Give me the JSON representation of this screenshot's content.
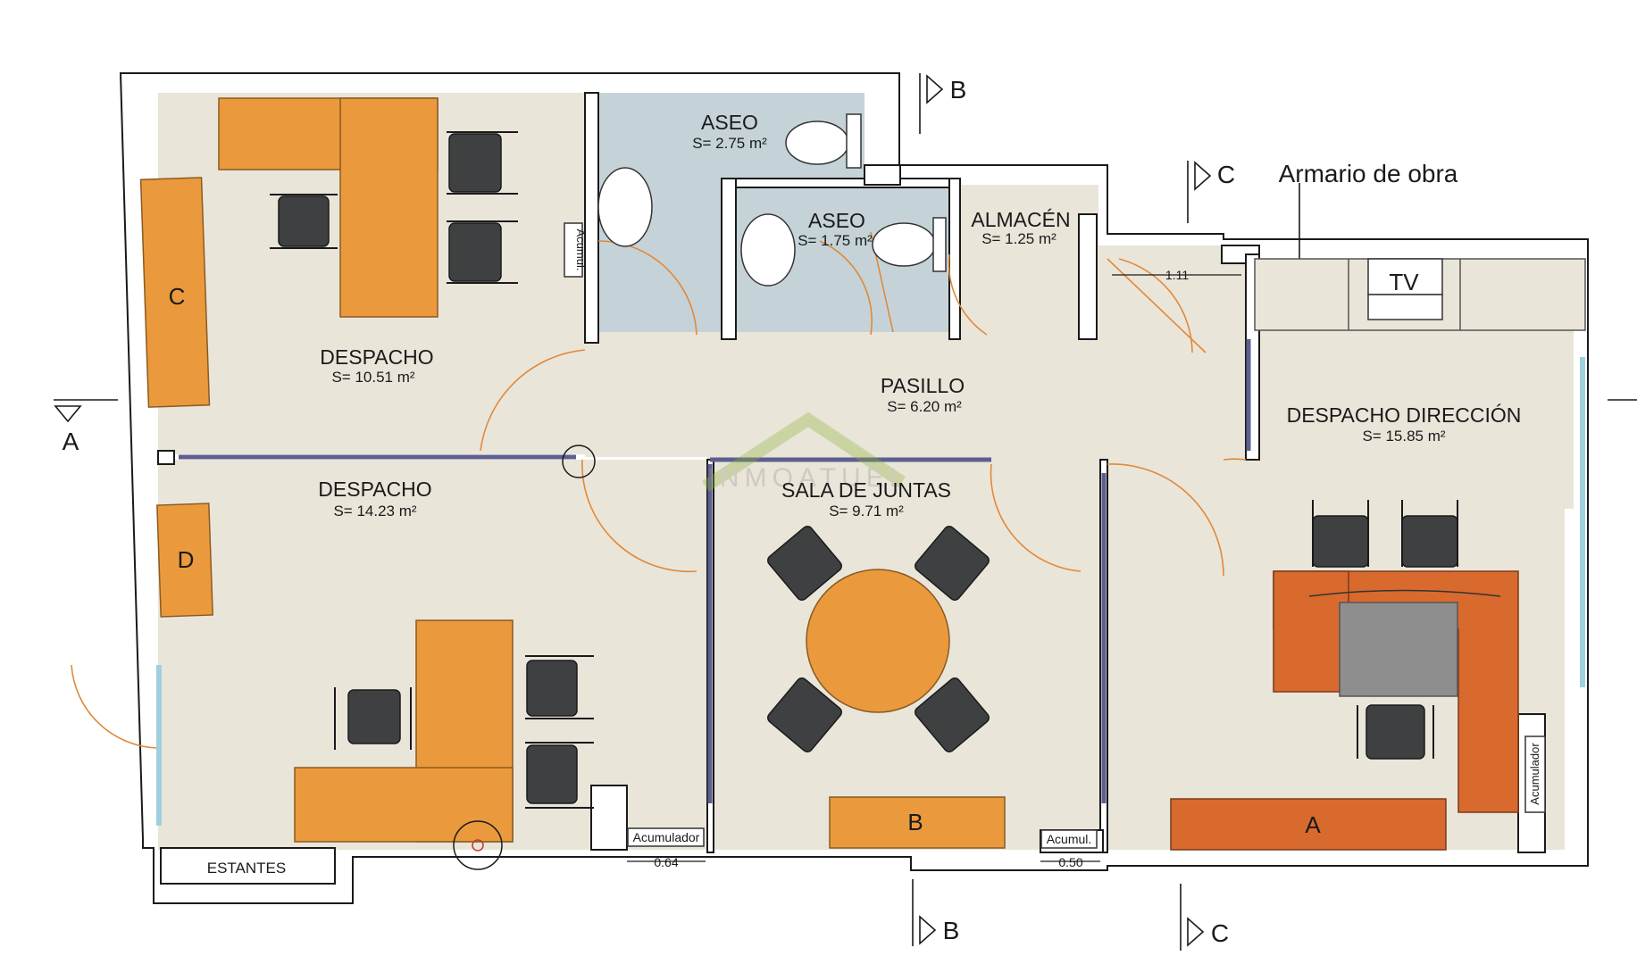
{
  "rooms": {
    "despacho_top": {
      "name": "DESPACHO",
      "area": "S= 10.51 m²"
    },
    "despacho_bottom": {
      "name": "DESPACHO",
      "area": "S= 14.23 m²"
    },
    "aseo_1": {
      "name": "ASEO",
      "area": "S= 2.75 m²"
    },
    "aseo_2": {
      "name": "ASEO",
      "area": "S= 1.75 m²"
    },
    "almacen": {
      "name": "ALMACÉN",
      "area": "S= 1.25 m²"
    },
    "pasillo": {
      "name": "PASILLO",
      "area": "S= 6.20 m²"
    },
    "sala_juntas": {
      "name": "SALA DE JUNTAS",
      "area": "S= 9.71 m²"
    },
    "despacho_direccion": {
      "name": "DESPACHO DIRECCIÓN",
      "area": "S= 15.85 m²"
    }
  },
  "furniture": {
    "c": "C",
    "d": "D",
    "b": "B",
    "a": "A",
    "tv": "TV",
    "estantes": "ESTANTES",
    "acumulador_1": "Acumulador",
    "acumulador_2": "Acumul.",
    "acumulador_vertical_1": "Acumul.",
    "acumulador_vertical_2": "Acumulador"
  },
  "dimensions": {
    "d1": "1.11",
    "d2": "0.64",
    "d3": "0.50"
  },
  "sections": {
    "a": "A",
    "b_top": "B",
    "b_bottom": "B",
    "c_top": "C",
    "c_bottom": "C"
  },
  "annotations": {
    "armario": "Armario de obra"
  },
  "watermark": {
    "text": "INMOATUEL"
  },
  "colors": {
    "floor": "#eae5d9",
    "wet_area": "#c5d3d8",
    "desk": "#ea9a3c",
    "executive_desk": "#d86a2e",
    "chair": "#3f4042",
    "door_arc": "#e0893a",
    "glass_partition": "#5c5f8f",
    "window": "#9fd0e0"
  }
}
